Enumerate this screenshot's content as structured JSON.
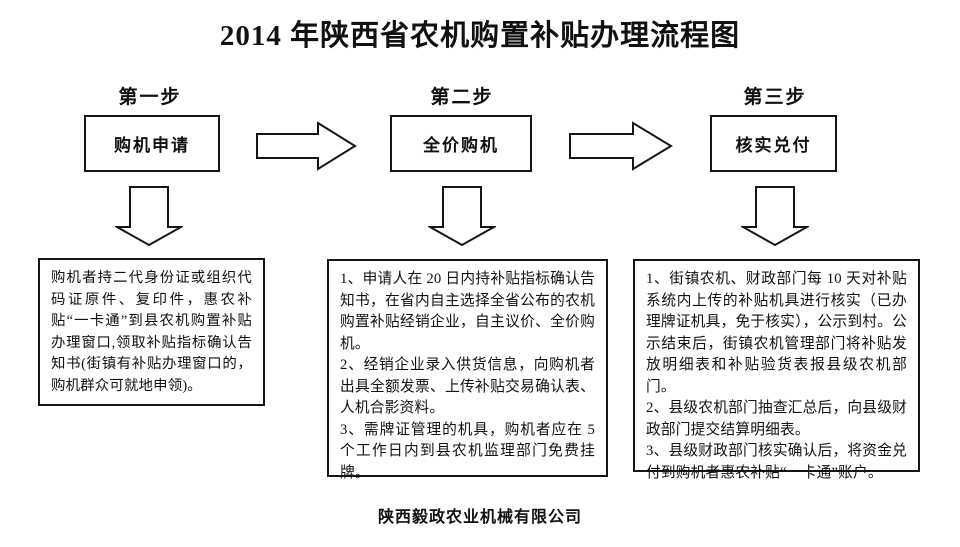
{
  "title": "2014 年陕西省农机购置补贴办理流程图",
  "steps": [
    {
      "label": "第一步",
      "box": "购机申请",
      "detail": "购机者持二代身份证或组织代码证原件、复印件，惠农补贴“一卡通”到县农机购置补贴办理窗口,领取补贴指标确认告知书(街镇有补贴办理窗口的，购机群众可就地申领)。"
    },
    {
      "label": "第二步",
      "box": "全价购机",
      "detail": "1、申请人在 20 日内持补贴指标确认告知书，在省内自主选择全省公布的农机购置补贴经销企业，自主议价、全价购机。\n2、经销企业录入供货信息，向购机者出具全额发票、上传补贴交易确认表、人机合影资料。\n3、需牌证管理的机具，购机者应在 5 个工作日内到县农机监理部门免费挂牌。"
    },
    {
      "label": "第三步",
      "box": "核实兑付",
      "detail": "1、街镇农机、财政部门每 10 天对补贴系统内上传的补贴机具进行核实（已办理牌证机具，免于核实），公示到村。公示结束后，街镇农机管理部门将补贴发放明细表和补贴验货表报县级农机部门。\n2、县级农机部门抽查汇总后，向县级财政部门提交结算明细表。\n3、县级财政部门核实确认后，将资金兑付到购机者惠农补贴“一卡通”账户。"
    }
  ],
  "footer": "陕西毅政农业机械有限公司",
  "colors": {
    "ink": "#161616",
    "background": "#ffffff"
  }
}
